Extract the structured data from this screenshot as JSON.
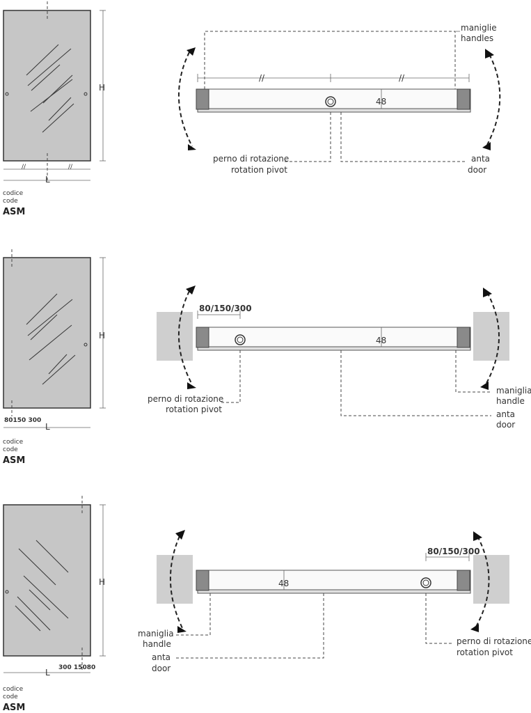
{
  "variants": [
    {
      "front": {
        "dim_h": "H",
        "dim_l": "L",
        "mark_left": "//",
        "mark_right": "//"
      },
      "code_it": "codice",
      "code_en": "code",
      "code_value": "ASM",
      "plan": {
        "top_labels": [
          "maniglie",
          "handles"
        ],
        "split_marks": [
          "//",
          "//"
        ],
        "thickness": "48",
        "pivot_it": "perno di rotazione",
        "pivot_en": "rotation pivot",
        "door_it": "anta",
        "door_en": "door"
      }
    },
    {
      "front": {
        "dim_h": "H",
        "dim_l": "L",
        "offset": "80150 300"
      },
      "code_it": "codice",
      "code_en": "code",
      "code_value": "ASM",
      "plan": {
        "offset": "80/150/300",
        "thickness": "48",
        "pivot_it": "perno di rotazione",
        "pivot_en": "rotation pivot",
        "handle_it": "maniglia",
        "handle_en": "handle",
        "door_it": "anta",
        "door_en": "door"
      }
    },
    {
      "front": {
        "dim_h": "H",
        "dim_l": "L",
        "offset": "300 15080"
      },
      "code_it": "codice",
      "code_en": "code",
      "code_value": "ASM",
      "plan": {
        "offset": "80/150/300",
        "thickness": "48",
        "handle_it": "maniglia",
        "handle_en": "handle",
        "door_it": "anta",
        "door_en": "door",
        "pivot_it": "perno di rotazione",
        "pivot_en": "rotation pivot"
      }
    }
  ]
}
